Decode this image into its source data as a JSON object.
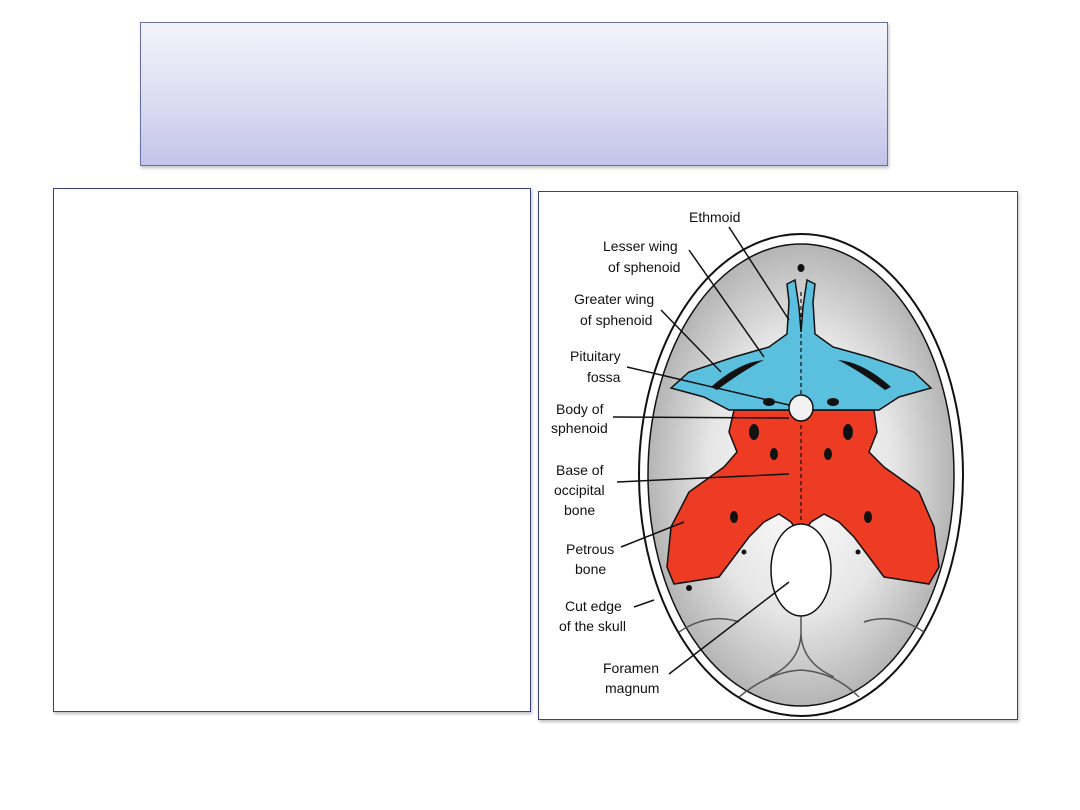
{
  "slide": {
    "title": "",
    "body_text": ""
  },
  "figure": {
    "labels": {
      "ethmoid": "Ethmoid",
      "lesser_wing_1": "Lesser wing",
      "lesser_wing_2": "of sphenoid",
      "greater_wing_1": "Greater wing",
      "greater_wing_2": "of sphenoid",
      "pituitary_1": "Pituitary",
      "pituitary_2": "fossa",
      "body_1": "Body of",
      "body_2": "sphenoid",
      "base_1": "Base of",
      "base_2": "occipital",
      "base_3": "bone",
      "petrous_1": "Petrous",
      "petrous_2": "bone",
      "cut_edge_1": "Cut edge",
      "cut_edge_2": "of the skull",
      "foramen_1": "Foramen",
      "foramen_2": "magnum"
    },
    "colors": {
      "anterior_region": "#5bc0de",
      "posterior_region": "#ee3b24",
      "skull_fill": "#b9b9b9",
      "outline": "#111111"
    }
  }
}
